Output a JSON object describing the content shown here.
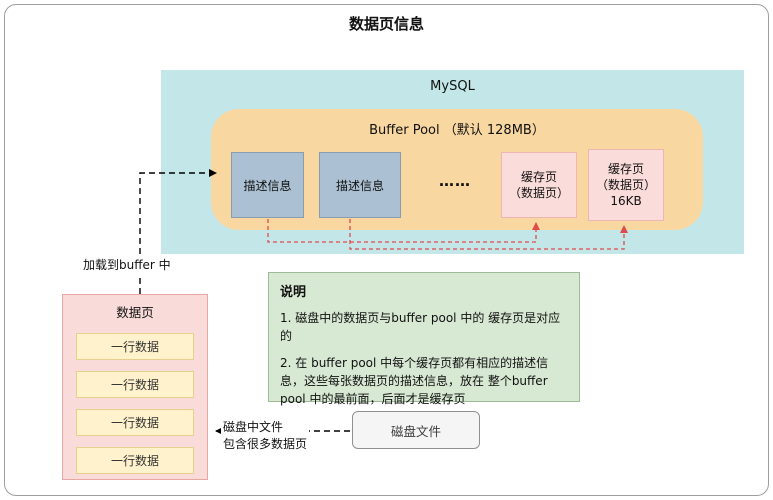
{
  "title": "数据页信息",
  "mysql": {
    "label": "MySQL",
    "buffer_pool": {
      "label": "Buffer Pool  （默认 128MB）",
      "desc_boxes": [
        "描述信息",
        "描述信息"
      ],
      "ellipsis": "……",
      "cache_pages": [
        {
          "lines": [
            "缓存页",
            "（数据页）"
          ]
        },
        {
          "lines": [
            "缓存页",
            "（数据页）",
            "16KB"
          ]
        }
      ]
    }
  },
  "load_label": "加载到buffer 中",
  "data_page": {
    "title": "数据页",
    "rows": [
      "一行数据",
      "一行数据",
      "一行数据",
      "一行数据"
    ]
  },
  "note": {
    "title": "说明",
    "items": [
      "1. 磁盘中的数据页与buffer pool 中的 缓存页是对应的",
      "2. 在 buffer pool 中每个缓存页都有相应的描述信息，这些每张数据页的描述信息，放在 整个buffer pool 中的最前面，后面才是缓存页"
    ]
  },
  "disk_file": {
    "label": "磁盘文件"
  },
  "disk_annotation": {
    "lines": [
      "磁盘中文件",
      "包含很多数据页"
    ]
  },
  "colors": {
    "mysql_bg": "#c3e6e8",
    "buffer_pool_bg": "#f9d7a1",
    "desc_box_bg": "#abc0d2",
    "cache_box_bg": "#fadcda",
    "data_page_bg": "#f9dbd9",
    "row_bg": "#fff2cc",
    "note_bg": "#d7e8d3",
    "red_arrow": "#e04b4b",
    "black_arrow": "#000000"
  }
}
